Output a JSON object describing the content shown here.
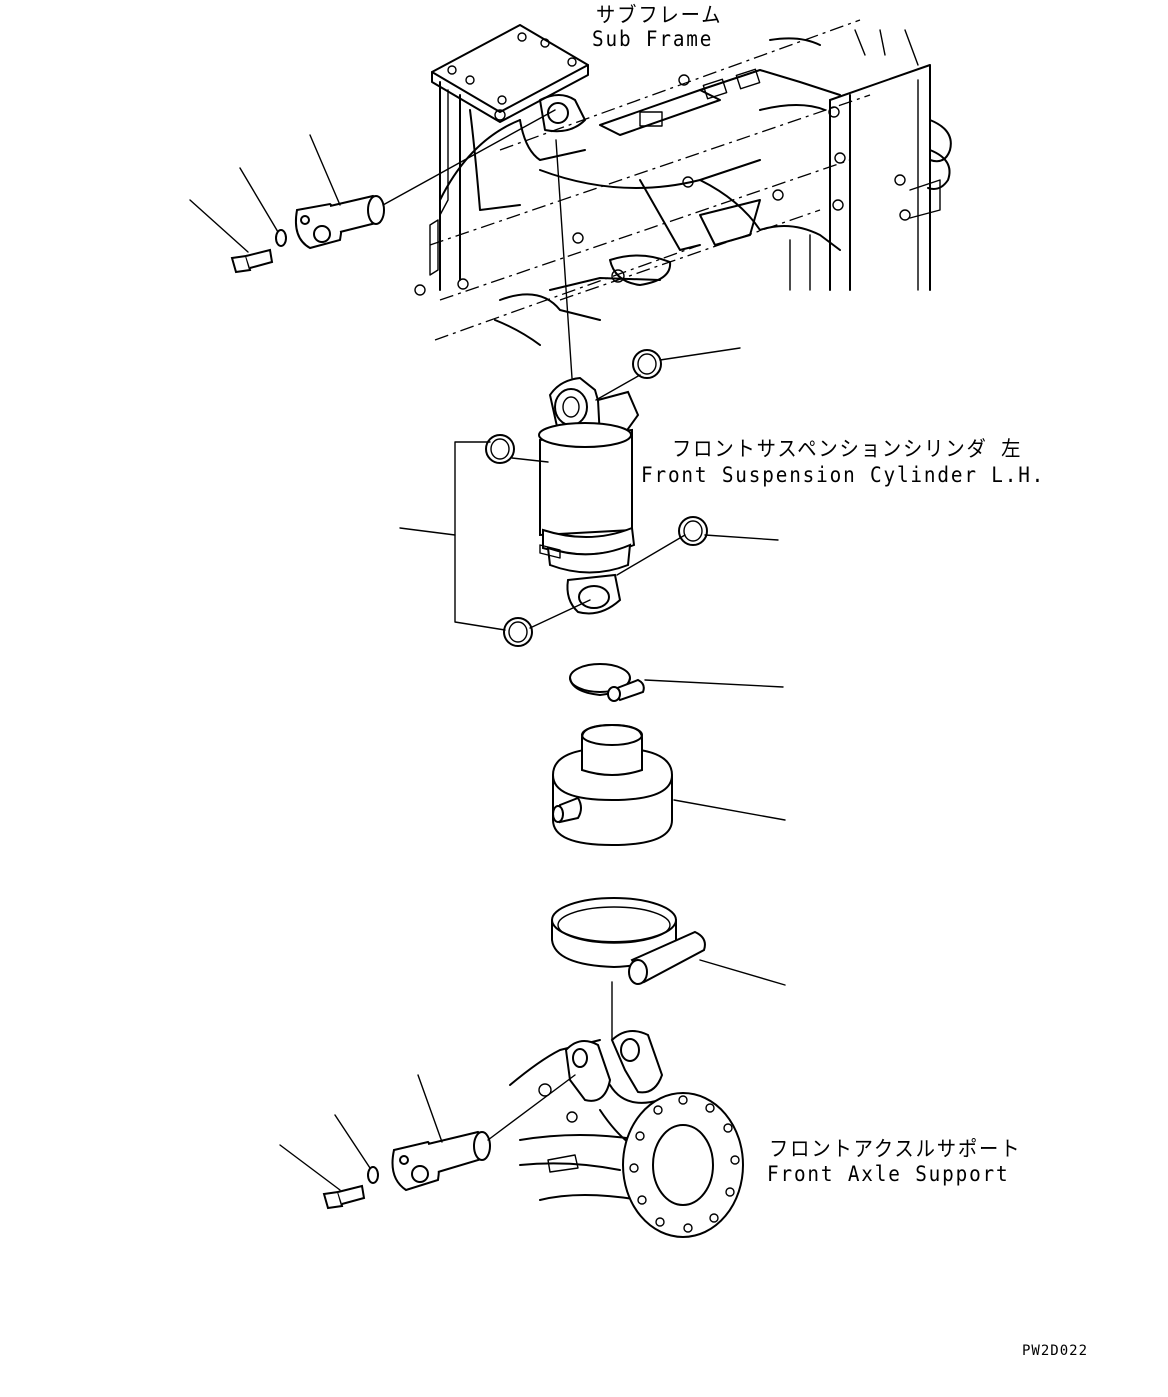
{
  "labels": {
    "sub_frame_jp": "サブフレーム",
    "sub_frame_en": "Sub Frame",
    "cylinder_jp": "フロントサスペンションシリンダ 左",
    "cylinder_en": "Front Suspension Cylinder L.H.",
    "axle_support_jp": "フロントアクスルサポート",
    "axle_support_en": "Front Axle Support"
  },
  "drawing_code": "PW2D022"
}
